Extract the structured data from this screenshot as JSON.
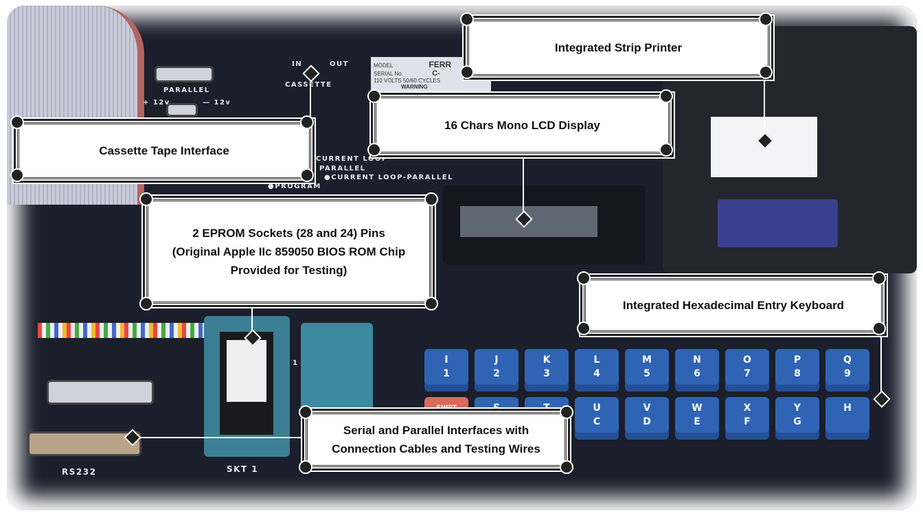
{
  "callouts": {
    "printer": "Integrated Strip Printer",
    "lcd": "16 Chars Mono LCD Display",
    "cassette": "Cassette Tape Interface",
    "eprom": "2 EPROM Sockets (28 and 24) Pins (Original Apple IIc 859050 BIOS ROM Chip Provided for Testing)",
    "keyboard": "Integrated Hexadecimal Entry Keyboard",
    "serial": "Serial and Parallel Interfaces with Connection Cables and Testing Wires"
  },
  "device_labels": {
    "parallel": "PARALLEL",
    "plus12": "+ 12v",
    "minus12": "— 12v",
    "in": "IN",
    "out": "OUT",
    "cassette": "CASSETTE",
    "model": "MODEL",
    "brand": "FERR",
    "model_no": "C-",
    "serial_no": "SERIAL No.",
    "volts": "110 VOLTS  50/60 CYCLES",
    "warning": "WARNING",
    "current_loop": "CURRENT LOOP",
    "parallel2": "PARALLEL",
    "loop_parallel": "●CURRENT LOOP-PARALLEL",
    "program": "●PROGRAM",
    "rs232": "RS232",
    "skt1": "SKT 1",
    "one": "1"
  },
  "keys_row1": [
    {
      "top": "I",
      "bottom": "1"
    },
    {
      "top": "J",
      "bottom": "2"
    },
    {
      "top": "K",
      "bottom": "3"
    },
    {
      "top": "L",
      "bottom": "4"
    },
    {
      "top": "M",
      "bottom": "5"
    },
    {
      "top": "N",
      "bottom": "6"
    },
    {
      "top": "O",
      "bottom": "7"
    },
    {
      "top": "P",
      "bottom": "8"
    },
    {
      "top": "Q",
      "bottom": "9"
    }
  ],
  "keys_row2": [
    {
      "top": "SHIFT",
      "bottom": ""
    },
    {
      "top": "S",
      "bottom": ""
    },
    {
      "top": "T",
      "bottom": ""
    },
    {
      "top": "U",
      "bottom": "C"
    },
    {
      "top": "V",
      "bottom": "D"
    },
    {
      "top": "W",
      "bottom": "E"
    },
    {
      "top": "X",
      "bottom": "F"
    },
    {
      "top": "Y",
      "bottom": "G"
    },
    {
      "top": "",
      "bottom": "H"
    }
  ]
}
